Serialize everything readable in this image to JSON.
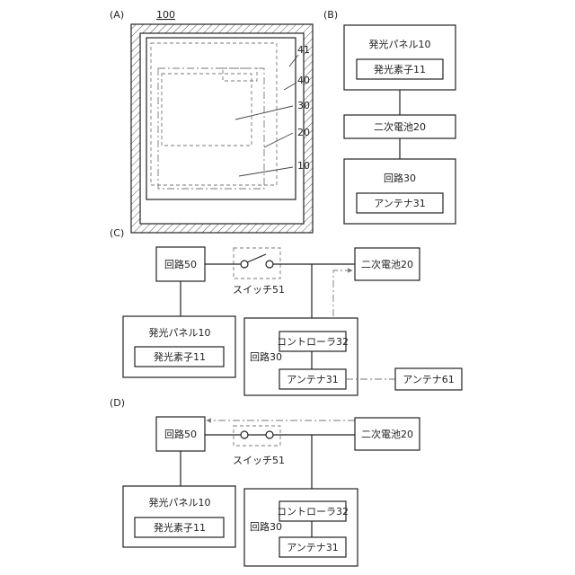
{
  "panel_labels": {
    "a": "(A)",
    "b": "(B)",
    "c": "(C)",
    "d": "(D)"
  },
  "a": {
    "device_label": "100",
    "labels": {
      "l41": "41",
      "l40": "40",
      "l30": "30",
      "l20": "20",
      "l10": "10"
    }
  },
  "b": {
    "panel_title": "発光パネル10",
    "element": "発光素子11",
    "battery": "二次電池20",
    "circuit_title": "回路30",
    "antenna": "アンテナ31"
  },
  "c": {
    "circuit50": "回路50",
    "switch_label": "スイッチ51",
    "battery": "二次電池20",
    "panel_title": "発光パネル10",
    "element": "発光素子11",
    "controller": "コントローラ32",
    "circuit30": "回路30",
    "antenna31": "アンテナ31",
    "antenna61": "アンテナ61"
  },
  "d": {
    "circuit50": "回路50",
    "switch_label": "スイッチ51",
    "battery": "二次電池20",
    "panel_title": "発光パネル10",
    "element": "発光素子11",
    "controller": "コントローラ32",
    "circuit30": "回路30",
    "antenna31": "アンテナ31"
  }
}
